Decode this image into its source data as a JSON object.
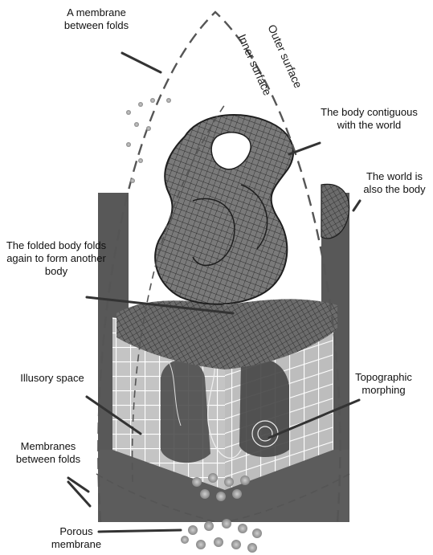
{
  "labels": {
    "membrane_between_folds": "A membrane between folds",
    "outer_surface": "Outer surface",
    "inner_surface": "Inner surface",
    "body_contiguous": "The body contiguous with the world",
    "world_is_body": "The world is also the body",
    "folded_body": "The folded body folds again to form another body",
    "illusory_space": "Illusory space",
    "topographic_morphing": "Topographic morphing",
    "membranes_between_folds": "Membranes between folds",
    "porous_membrane": "Porous membrane"
  },
  "colors": {
    "dark_slab": "#5a5a5a",
    "grid_face": "#c8c8c8",
    "grid_line": "#ffffff",
    "knot": "#6a6a6a",
    "mesh_line": "#2a2a2a",
    "dashed_line": "#555555"
  }
}
